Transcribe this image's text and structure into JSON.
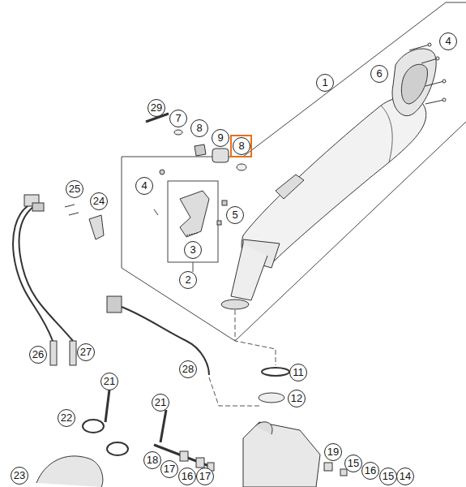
{
  "diagram": {
    "labels": [
      "29",
      "7",
      "8",
      "9",
      "8",
      "1",
      "6",
      "4",
      "4",
      "5",
      "3",
      "2",
      "25",
      "24",
      "26",
      "27",
      "28",
      "21",
      "21",
      "11",
      "12",
      "22",
      "23",
      "18",
      "17",
      "16",
      "17",
      "19",
      "15",
      "16",
      "15",
      "14"
    ]
  }
}
